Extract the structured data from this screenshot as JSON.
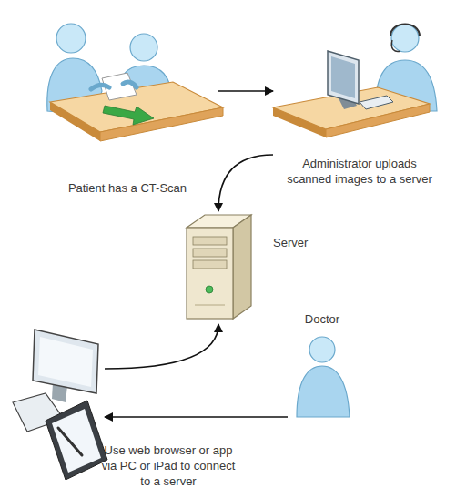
{
  "diagram": {
    "nodes": [
      {
        "text": [
          "Patient has a CT-Scan"
        ]
      },
      {
        "text": [
          "Administrator uploads scanned images to a server"
        ]
      },
      {
        "text": [
          "Server"
        ]
      },
      {
        "text": [
          "Doctor"
        ]
      },
      {
        "text": [
          "Use web browser or app via PC or iPad to connect to a server"
        ]
      }
    ],
    "edges": [
      {
        "from": 0,
        "to": 1,
        "arrow": "to"
      },
      {
        "from": 1,
        "to": 2,
        "arrow": "to"
      },
      {
        "from": 4,
        "to": 2,
        "arrow": "to"
      },
      {
        "from": 3,
        "to": 4,
        "arrow": "to"
      }
    ]
  }
}
